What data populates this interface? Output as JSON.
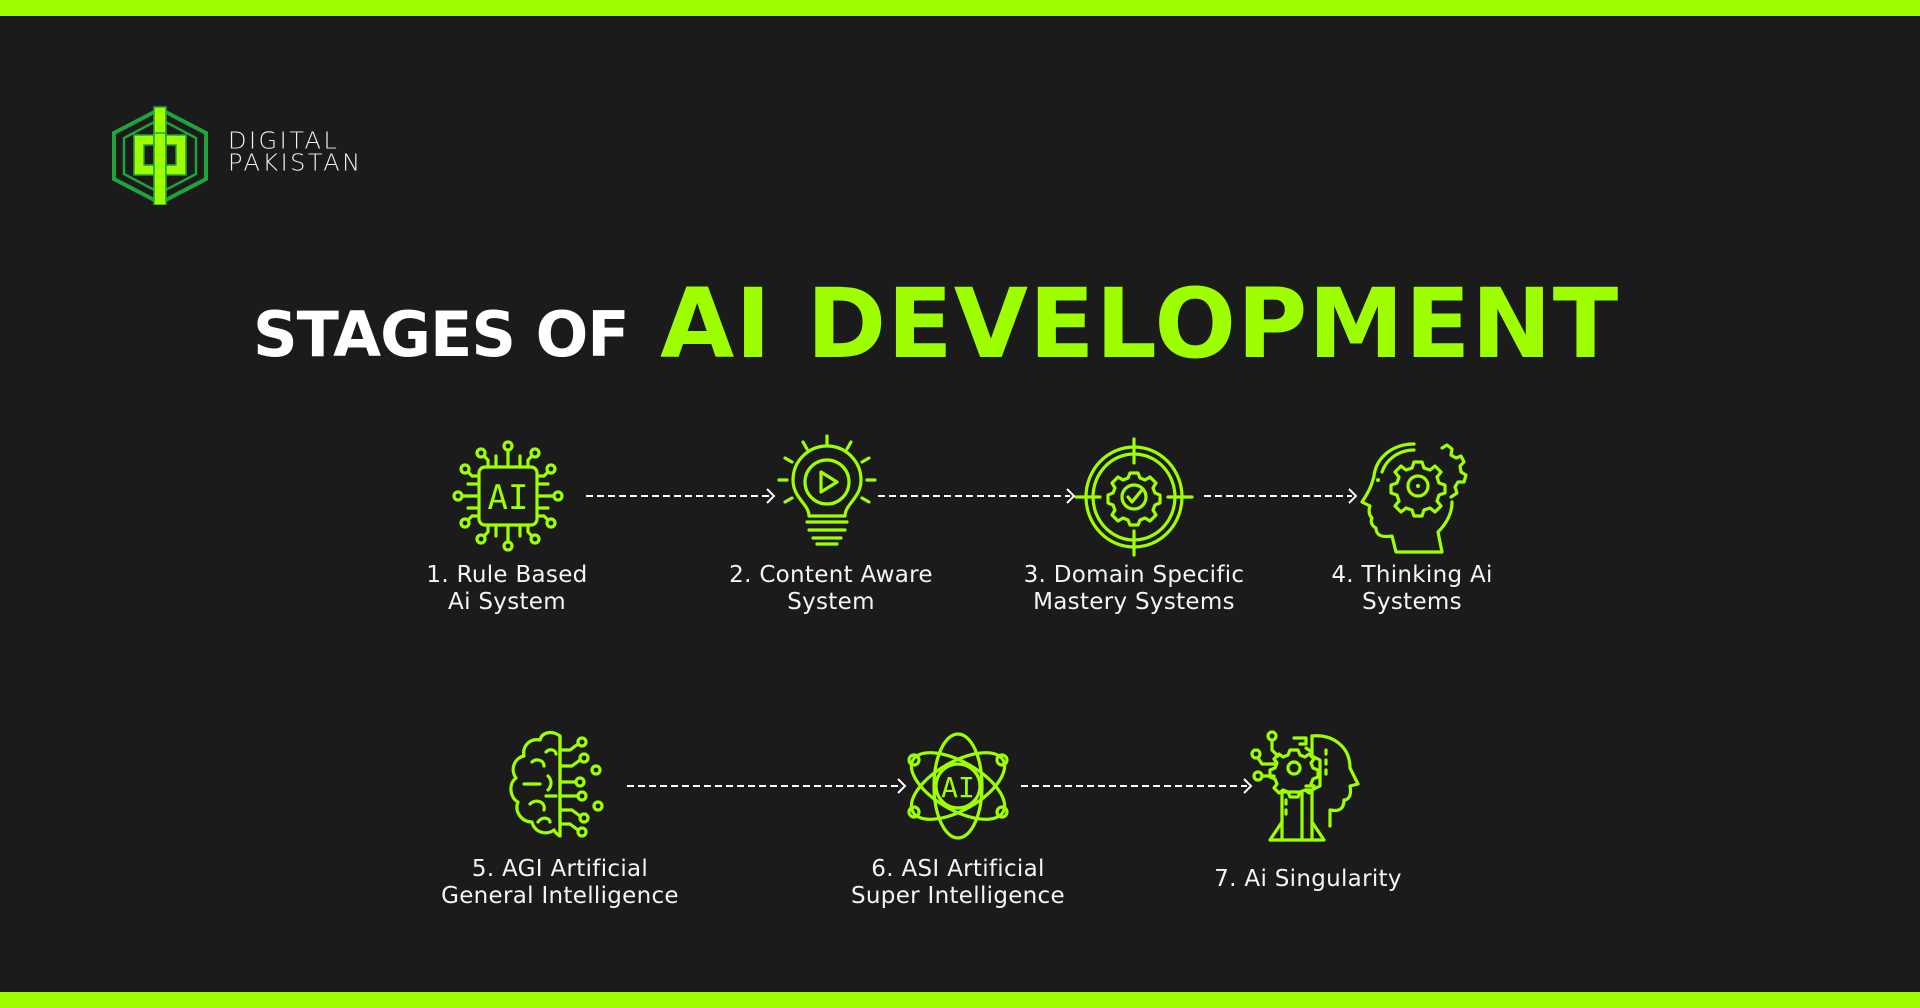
{
  "brand": {
    "line1": "DIGITAL",
    "line2": "PAKISTAN",
    "logo_icon": "dp-hexagon-logo",
    "colors": {
      "accent": "#9dff00",
      "logo_outline": "#1fa33a",
      "background": "#1b1b1b",
      "text": "#ffffff"
    }
  },
  "title": {
    "prefix": "STAGES OF",
    "highlight": "AI DEVELOPMENT"
  },
  "stages": [
    {
      "number": "1.",
      "line1": "1.  Rule Based",
      "line2": "Ai System",
      "icon": "ai-chip-icon"
    },
    {
      "number": "2.",
      "line1": "2. Content Aware",
      "line2": "System",
      "icon": "lightbulb-play-icon"
    },
    {
      "number": "3.",
      "line1": "3. Domain Specific",
      "line2": "Mastery Systems",
      "icon": "target-gear-check-icon"
    },
    {
      "number": "4.",
      "line1": "4. Thinking Ai",
      "line2": "Systems",
      "icon": "head-gears-icon"
    },
    {
      "number": "5.",
      "line1": "5. AGI Artificial",
      "line2": "General Intelligence",
      "icon": "circuit-brain-icon"
    },
    {
      "number": "6.",
      "line1": "6. ASI Artificial",
      "line2": "Super Intelligence",
      "icon": "atom-ai-icon"
    },
    {
      "number": "7.",
      "line1": "7. Ai Singularity",
      "line2": "",
      "icon": "robot-human-head-icon"
    }
  ],
  "icon_text": {
    "chip": "AI",
    "atom": "AI"
  }
}
